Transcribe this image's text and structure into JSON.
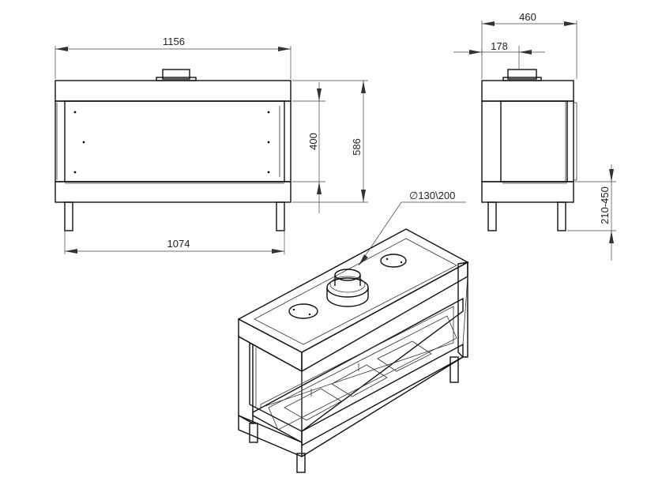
{
  "dimensions": {
    "front_width": "1156",
    "inner_width": "1074",
    "glass_height": "400",
    "total_height": "586",
    "side_depth": "460",
    "flue_offset": "178",
    "leg_height": "210-450",
    "flue_diameter": "∅130\\200"
  }
}
